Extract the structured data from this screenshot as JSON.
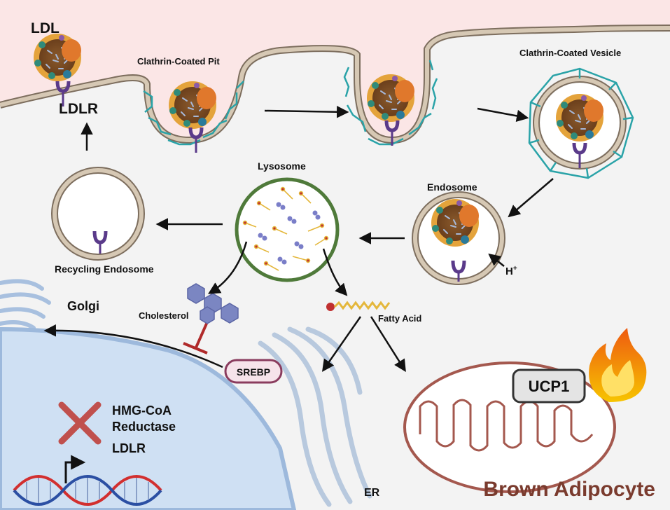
{
  "labels": {
    "ldl": "LDL",
    "ldlr_top": "LDLR",
    "clathrin_pit": "Clathrin-Coated Pit",
    "clathrin_vesicle": "Clathrin-Coated Vesicle",
    "lysosome": "Lysosome",
    "endosome": "Endosome",
    "h_plus": "H",
    "h_plus_sup": "+",
    "recycling_endosome": "Recycling Endosome",
    "golgi": "Golgi",
    "cholesterol": "Cholesterol",
    "fatty_acid": "Fatty Acid",
    "srebp": "SREBP",
    "ucp1": "UCP1",
    "hmg_line1": "HMG-CoA",
    "hmg_line2": "Reductase",
    "ldlr_gene": "LDLR",
    "er": "ER",
    "brown_adipocyte": "Brown Adipocyte"
  },
  "colors": {
    "extracellular": "#fbe6e6",
    "cytoplasm": "#f3f3f3",
    "nucleus": "#cfe0f3",
    "nucleus_edge": "#9db9dc",
    "membrane": "#d6c8b4",
    "membrane_edge": "#7d6e5e",
    "clathrin": "#2aa3a8",
    "receptor": "#5a3a8a",
    "lysosome_edge": "#4f7a3a",
    "srebp_edge": "#8a3c5e",
    "srebp_fill": "#f6e3ea",
    "mito_edge": "#a4584e",
    "inhibit": "#b02a2a",
    "cross": "#c0504d",
    "brown_text": "#7a3b2e",
    "dna_red": "#d22f2f",
    "dna_blue": "#2b4fa3"
  },
  "icons": {
    "ldl_particle": "ldl-particle-icon",
    "flame": "flame-icon",
    "dna": "dna-helix-icon",
    "cholesterol_molecule": "cholesterol-molecule-icon",
    "fatty_acid_chain": "fatty-acid-icon",
    "cross_mark": "cross-icon"
  }
}
